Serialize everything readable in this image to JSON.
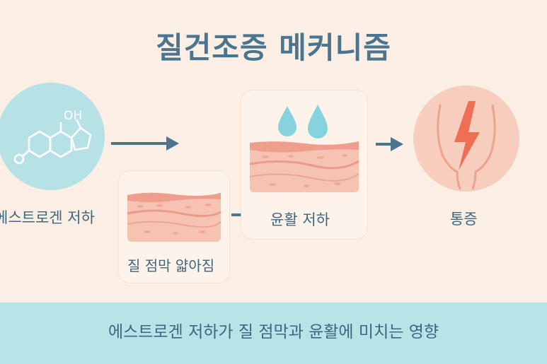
{
  "title": "질건조증 메커니즘",
  "steps": {
    "estrogen": {
      "label": "에스트로겐 저하",
      "molecule_text": "OH"
    },
    "thinning": {
      "label": "질 점막 얇아짐"
    },
    "lubrication": {
      "label": "윤활 저하"
    },
    "pain": {
      "label": "통증"
    }
  },
  "footer": {
    "text": "에스트로겐 저하가 질 점막과 윤활에 미치는 영향"
  },
  "colors": {
    "background": "#fbeee4",
    "accent_blue": "#4a7590",
    "teal": "#b6e2e6",
    "tissue_pink": "#f3b6a6",
    "pain_red": "#ee6f55",
    "footer_band": "#b8e4e8"
  }
}
